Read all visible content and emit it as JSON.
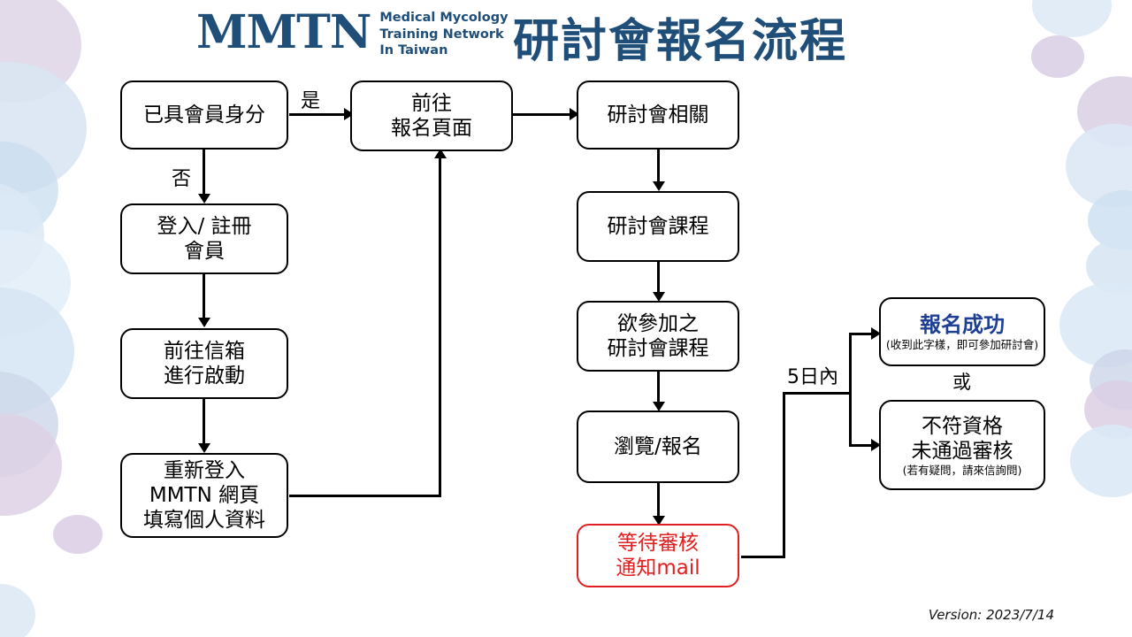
{
  "header": {
    "logo_mark": "MMTN",
    "logo_sub_line1": "Medical Mycology",
    "logo_sub_line2": "Training Network",
    "logo_sub_line3": "In Taiwan",
    "logo_color": "#1f4e79",
    "title": "研討會報名流程",
    "title_color": "#1f4e79"
  },
  "footer": {
    "version": "Version: 2023/7/14"
  },
  "colors": {
    "node_border": "#000000",
    "node_alert_border": "#e02020",
    "node_alert_text": "#e02020",
    "success_text": "#1f3f93",
    "blob_blue": "#d6e4f2",
    "blob_purple": "#ddd2e4",
    "canvas": "#ffffff"
  },
  "flowchart": {
    "type": "flowchart",
    "nodes": [
      {
        "id": "member-status",
        "lines": [
          "已具會員身分"
        ],
        "style": "normal"
      },
      {
        "id": "login-register",
        "lines": [
          "登入/ 註冊",
          "會員"
        ],
        "style": "normal"
      },
      {
        "id": "goto-mailbox",
        "lines": [
          "前往信箱",
          "進行啟動"
        ],
        "style": "normal"
      },
      {
        "id": "relogin-profile",
        "lines": [
          "重新登入",
          "MMTN 網頁",
          "填寫個人資料"
        ],
        "style": "normal"
      },
      {
        "id": "goto-signup",
        "lines": [
          "前往",
          "報名頁面"
        ],
        "style": "normal"
      },
      {
        "id": "seminar-info",
        "lines": [
          "研討會相關"
        ],
        "style": "normal"
      },
      {
        "id": "seminar-course",
        "lines": [
          "研討會課程"
        ],
        "style": "normal"
      },
      {
        "id": "desired-course",
        "lines": [
          "欲參加之",
          "研討會課程"
        ],
        "style": "normal"
      },
      {
        "id": "browse-signup",
        "lines": [
          "瀏覽/報名"
        ],
        "style": "normal"
      },
      {
        "id": "await-review",
        "lines": [
          "等待審核",
          "通知mail"
        ],
        "style": "alert"
      },
      {
        "id": "signup-success",
        "lines": [
          "報名成功"
        ],
        "note": "(收到此字樣，即可參加研討會)",
        "style": "success"
      },
      {
        "id": "not-qualified",
        "lines": [
          "不符資格",
          "未通過審核"
        ],
        "note": "(若有疑問，請來信詢問)",
        "style": "normal"
      }
    ],
    "edge_labels": {
      "yes": "是",
      "no": "否",
      "within_five_days": "5日內",
      "or": "或"
    }
  }
}
